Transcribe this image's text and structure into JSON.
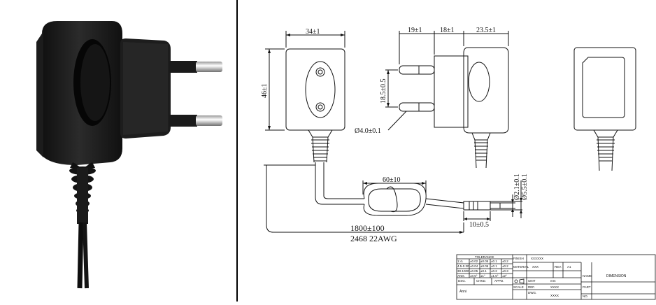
{
  "photo": {
    "alt": "Black EU plug-in power adapter with two round pins and a strain-relief cable"
  },
  "dimensions": {
    "width": "34±1",
    "height": "46±1",
    "pin_spacing": "18.5±0.5",
    "pin_len": "19±1",
    "body_mid": "18±1",
    "depth": "23.5±1",
    "pin_dia": "Ø4.0±0.1",
    "coil": "60±10",
    "dc_inner": "Ø2.1±0.1",
    "dc_outer": "Ø5.5±0.1",
    "plug_len": "10±0.5",
    "cable_len": "1800±100",
    "cable_spec": "2468 22AWG"
  },
  "title_block": {
    "tolerance": "TOLERANCE",
    "tol_rows": [
      [
        "1:4↓",
        "±0.02",
        "±0.05",
        "±0.1",
        "±0.2"
      ],
      [
        "4.5-0.30",
        "±0.04",
        "±0.06",
        "±0.1",
        "±0.2"
      ],
      [
        "30-1000",
        "±0.05",
        "±0.1",
        "±0.2",
        "±0.3"
      ],
      [
        "ANG.",
        "±0.5°",
        "±1°",
        "±1.5°",
        "±2°"
      ]
    ],
    "finish_label": "FINISH",
    "finish_value": "XXXXXX",
    "material_label": "MATERIAL",
    "material_value": "XXX",
    "rev_label": "REV.",
    "rev_value": "A1",
    "dsg_label": "DSG.",
    "chkd_label": "CHKD.",
    "appd_label": "APPD.",
    "designer": "Anni",
    "unit_label": "UNIT",
    "unit_value": "mm",
    "scale_label": "SCALE",
    "ref_label": "REF.",
    "ref_value": "XXXX",
    "dwg_label": "DWG.",
    "dwg_value": "XXXX",
    "name_label": "NAME",
    "name_value": "DIMENSION",
    "part_label": "PART",
    "no_label": "NO."
  }
}
